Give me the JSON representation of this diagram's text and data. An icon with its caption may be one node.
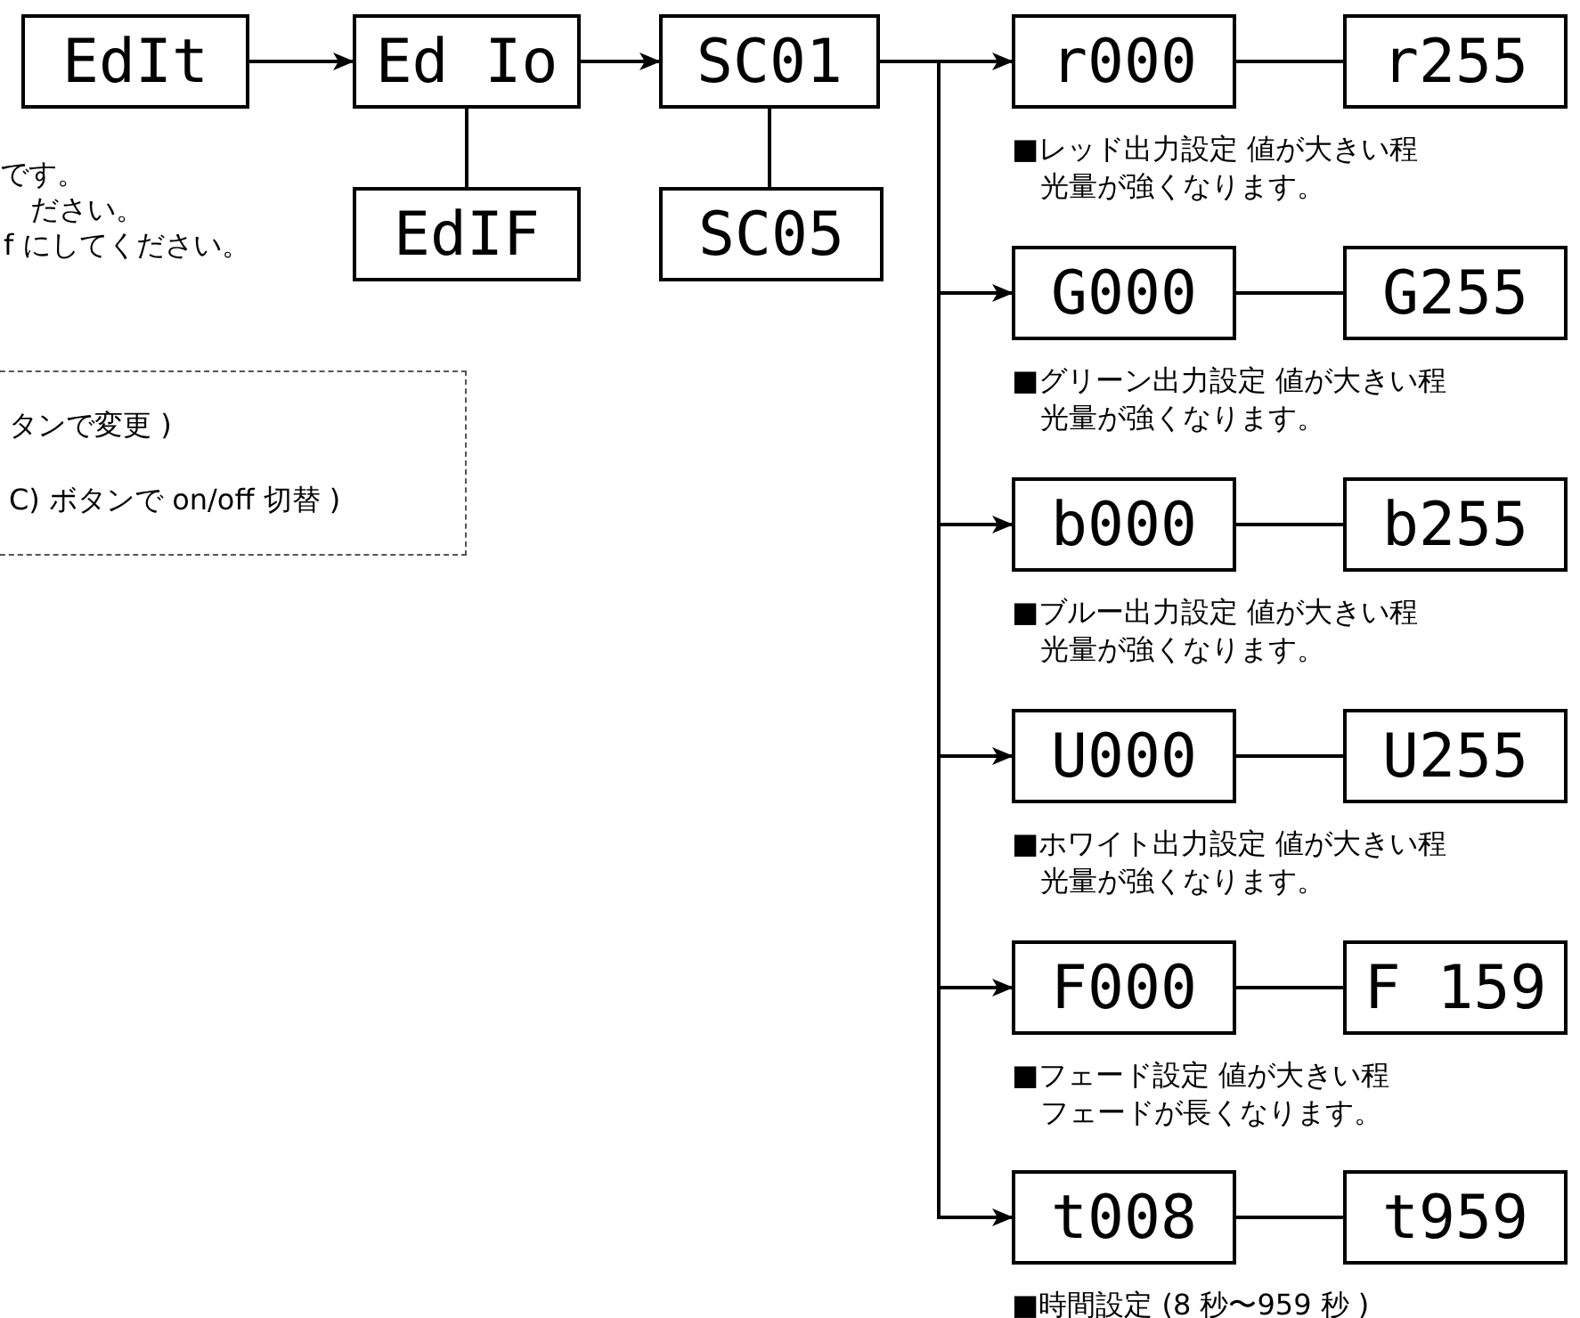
{
  "diagram": {
    "nodes": [
      {
        "text": [
          "EdIt"
        ]
      },
      {
        "text": [
          "Ed Io"
        ]
      },
      {
        "text": [
          "SC01"
        ]
      },
      {
        "text": [
          "r000"
        ],
        "beside": [
          "■レッド出力設定 値が大きい程光量が強くなります。"
        ]
      },
      {
        "text": [
          "r255"
        ]
      },
      {
        "text": [
          "EdIF"
        ]
      },
      {
        "text": [
          "SC05"
        ]
      },
      {
        "text": [
          "G000"
        ],
        "beside": [
          "■グリーン出力設定 値が大きい程光量が強くなります。"
        ]
      },
      {
        "text": [
          "G255"
        ]
      },
      {
        "text": [
          "b000"
        ],
        "beside": [
          "■ブルー出力設定 値が大きい程光量が強くなります。"
        ]
      },
      {
        "text": [
          "b255"
        ]
      },
      {
        "text": [
          "U000"
        ],
        "beside": [
          "■ホワイト出力設定 値が大きい程光量が強くなります。"
        ]
      },
      {
        "text": [
          "U255"
        ]
      },
      {
        "text": [
          "F000"
        ],
        "beside": [
          "■フェード設定 値が大きい程フェードが長くなります。"
        ]
      },
      {
        "text": [
          "F 159"
        ]
      },
      {
        "text": [
          "t008"
        ],
        "beside": [
          "■時間設定 (8 秒〜959 秒 )"
        ]
      },
      {
        "text": [
          "t959"
        ]
      },
      {
        "text": [
          "タンで変更 )",
          "C) ボタンで on/off 切替 )"
        ]
      }
    ],
    "edges": [
      {
        "from": 0,
        "to": 1,
        "arrow": "to"
      },
      {
        "from": 1,
        "to": 2,
        "arrow": "to"
      },
      {
        "from": 1,
        "to": 5,
        "arrow": "none"
      },
      {
        "from": 2,
        "to": 6,
        "arrow": "none"
      },
      {
        "from": 2,
        "to": 3,
        "arrow": "to"
      },
      {
        "from": 2,
        "to": 7,
        "arrow": "to"
      },
      {
        "from": 2,
        "to": 9,
        "arrow": "to"
      },
      {
        "from": 2,
        "to": 11,
        "arrow": "to"
      },
      {
        "from": 2,
        "to": 13,
        "arrow": "to"
      },
      {
        "from": 2,
        "to": 15,
        "arrow": "to"
      },
      {
        "from": 3,
        "to": 4,
        "arrow": "none"
      },
      {
        "from": 7,
        "to": 8,
        "arrow": "none"
      },
      {
        "from": 9,
        "to": 10,
        "arrow": "none"
      },
      {
        "from": 11,
        "to": 12,
        "arrow": "none"
      },
      {
        "from": 13,
        "to": 14,
        "arrow": "none"
      },
      {
        "from": 15,
        "to": 16,
        "arrow": "none"
      }
    ],
    "labels": [
      "です。",
      "ださい。",
      "f にしてください。"
    ]
  }
}
